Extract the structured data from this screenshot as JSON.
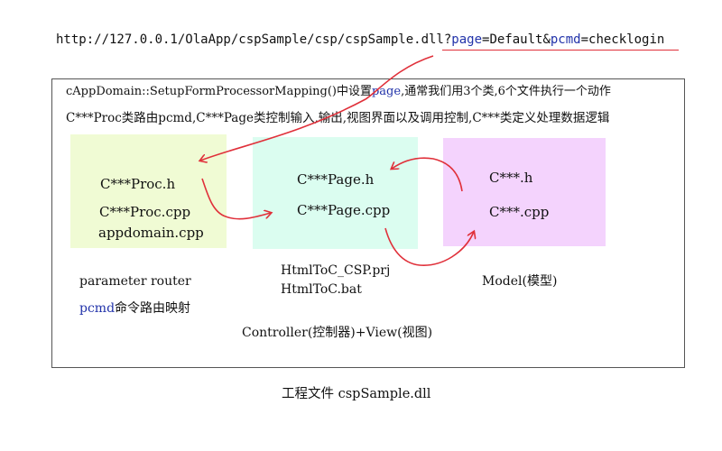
{
  "url": {
    "prefix": "http://127.0.0.1/OlaApp/cspSample/csp/cspSample.dll?",
    "page_key": "page",
    "page_value": "=Default&",
    "pcmd_key": "pcmd",
    "pcmd_value": "=checklogin"
  },
  "description": {
    "line1_prefix": "cAppDomain::SetupFormProcessorMapping()中设置",
    "line1_kw": "page",
    "line1_suffix": ",通常我们用3个类,6个文件执行一个动作",
    "line2": "C***Proc类路由pcmd,C***Page类控制输入,输出,视图界面以及调用控制,C***类定义处理数据逻辑"
  },
  "boxes": {
    "proc": {
      "files": [
        "C***Proc.h",
        "C***Proc.cpp",
        "appdomain.cpp"
      ]
    },
    "page": {
      "files": [
        "C***Page.h",
        "C***Page.cpp"
      ]
    },
    "model": {
      "files": [
        "C***.h",
        "C***.cpp"
      ]
    }
  },
  "captions": {
    "router": "parameter router",
    "pcmd_kw": "pcmd",
    "pcmd_rest": "命令路由映射",
    "prj1": "HtmlToC_CSP.prj",
    "prj2": "HtmlToC.bat",
    "model": "Model(模型)",
    "controller": "Controller(控制器)+View(视图)"
  },
  "footer": "工程文件 cspSample.dll",
  "colors": {
    "keyword": "#2233aa",
    "arrow": "#e0303a",
    "proc_bg": "#f0fbd4",
    "page_bg": "#dbfdf0",
    "model_bg": "#f4d3fd"
  }
}
